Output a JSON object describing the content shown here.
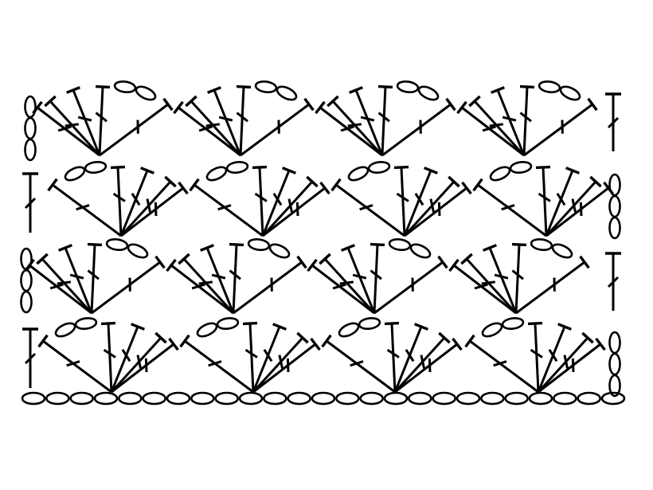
{
  "diagram": {
    "kind": "crochet-stitch-chart",
    "ink_color": "#000000",
    "background": "#ffffff",
    "foundation_chain_count": 25,
    "row_count": 4,
    "shells_per_row": 4,
    "shell": {
      "double_crochet_stitches": 4,
      "chain_loops_per_shell": 2
    },
    "turning_chain_loops": 3,
    "rows": [
      {
        "index": 1,
        "direction": "left",
        "turning_side": "left"
      },
      {
        "index": 2,
        "direction": "right",
        "turning_side": "right"
      },
      {
        "index": 3,
        "direction": "left",
        "turning_side": "left"
      },
      {
        "index": 4,
        "direction": "right",
        "turning_side": "right"
      }
    ],
    "symbols": [
      "chain-stitch",
      "double-crochet",
      "shell"
    ]
  }
}
